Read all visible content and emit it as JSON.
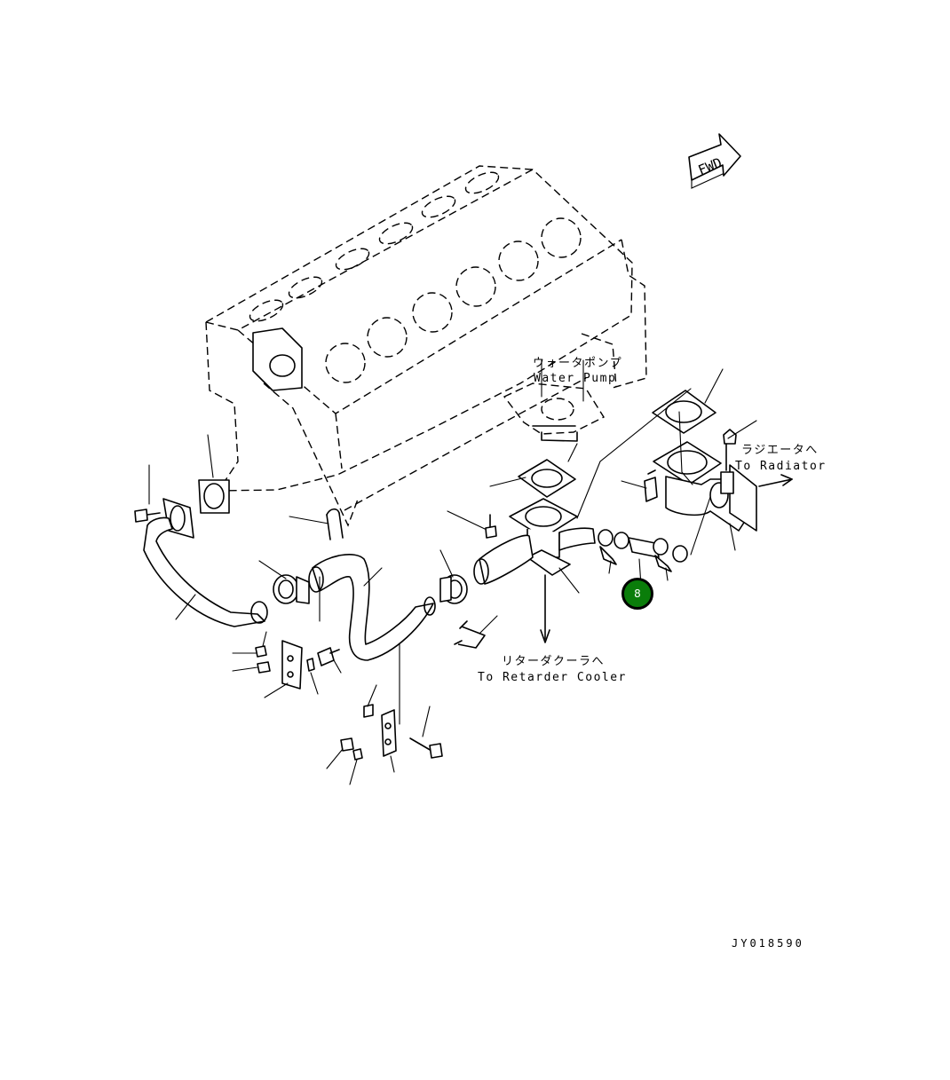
{
  "labels": {
    "water_pump_jp": "ウォータポンプ",
    "water_pump_en": "Water Pump",
    "radiator_jp": "ラジエータへ",
    "radiator_en": "To Radiator",
    "retarder_jp": "リターダクーラへ",
    "retarder_en": "To Retarder Cooler",
    "fwd": "FWD",
    "drawing_id": "JY018590"
  },
  "callouts": [
    {
      "number": "8",
      "color": "#0a7d0a"
    }
  ]
}
